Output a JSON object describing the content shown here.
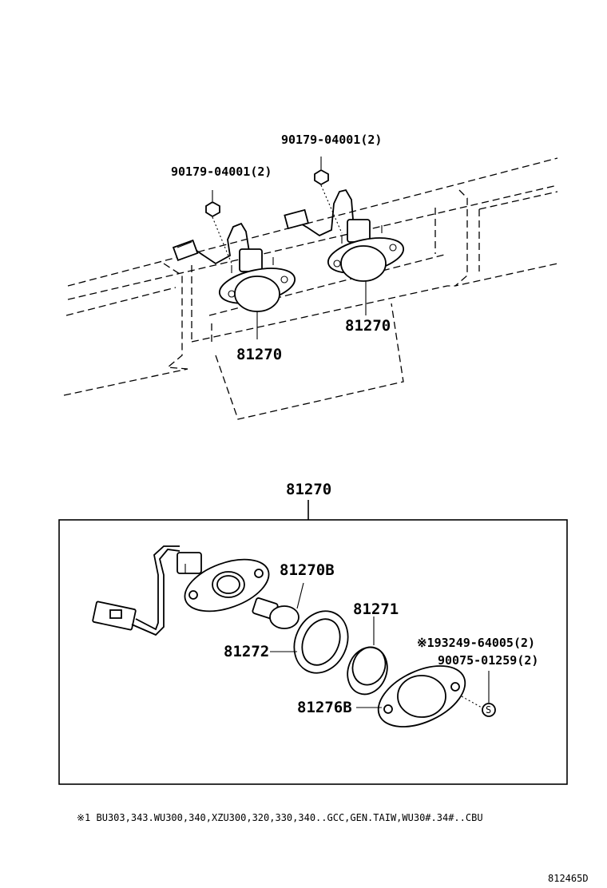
{
  "diagram": {
    "callouts": {
      "nut_right": "90179-04001(2)",
      "nut_left": "90179-04001(2)",
      "lamp_right": "81270",
      "lamp_left": "81270",
      "assembly": "81270",
      "bulb": "81270B",
      "lens": "81271",
      "gasket": "81272",
      "cover": "81276B",
      "screw_a": "※193249-64005(2)",
      "screw_b": "90075-01259(2)",
      "screw_symbol": "S"
    },
    "footnote": "※1 BU303,343.WU300,340,XZU300,320,330,340..GCC,GEN.TAIW,WU30#.34#..CBU",
    "drawing_number": "812465D"
  }
}
